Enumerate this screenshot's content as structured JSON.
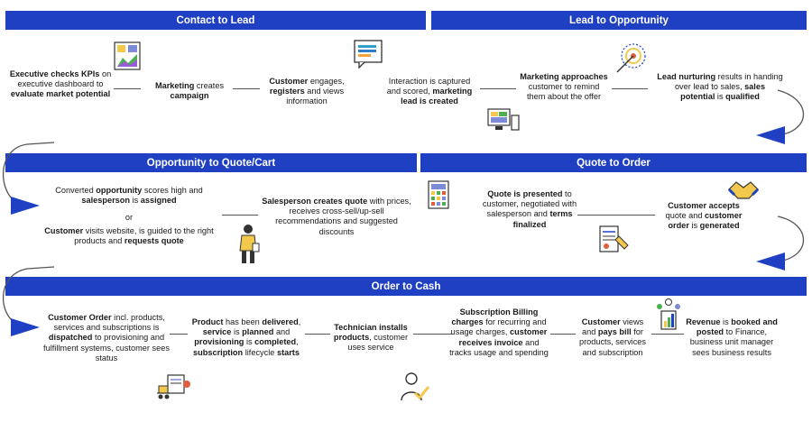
{
  "stages": {
    "contact_to_lead": "Contact to Lead",
    "lead_to_opportunity": "Lead to Opportunity",
    "opportunity_to_quote": "Opportunity to Quote/Cart",
    "quote_to_order": "Quote to Order",
    "order_to_cash": "Order to Cash"
  },
  "row1": {
    "s1": [
      "Executive checks KPIs",
      " on executive dashboard to ",
      "evaluate market potential"
    ],
    "s2": [
      "Marketing",
      " creates ",
      "campaign"
    ],
    "s3": [
      "Customer",
      " engages, ",
      "registers",
      " and views information"
    ],
    "s4": [
      "Interaction is captured and scored, ",
      "marketing lead is created"
    ],
    "s5": [
      "Marketing approaches",
      " customer to remind them about the offer"
    ],
    "s6": [
      "Lead nurturing",
      " results in handing over lead to sales, ",
      "sales potential",
      " is ",
      "qualified"
    ]
  },
  "row2": {
    "s1a": [
      "Converted ",
      "opportunity",
      " scores high and ",
      "salesperson",
      " is ",
      "assigned"
    ],
    "s1or": "or",
    "s1b": [
      "Customer",
      " visits website, is guided to the right products and ",
      "requests quote"
    ],
    "s2": [
      "Salesperson creates quote",
      " with prices, receives cross-sell/up-sell recommendations and suggested discounts"
    ],
    "s3": [
      "Quote is presented",
      " to customer, negotiated with salesperson and ",
      "terms finalized"
    ],
    "s4": [
      "Customer accepts",
      " quote and ",
      "customer order",
      " is ",
      "generated"
    ]
  },
  "row3": {
    "s1": [
      "Customer Order",
      " incl. products, services and subscriptions is ",
      "dispatched",
      " to provisioning and fulfillment systems, customer sees status"
    ],
    "s2": [
      "Product",
      " has been ",
      "delivered",
      ", ",
      "service",
      " is ",
      "planned",
      " and ",
      "provisioning",
      " is ",
      "completed",
      ", ",
      "subscription",
      " lifecycle ",
      "starts"
    ],
    "s3": [
      "Technician installs products",
      ", customer uses service"
    ],
    "s4": [
      "Subscription Billing charges",
      " for recurring and usage charges, ",
      "customer receives invoice",
      " and tracks usage and spending"
    ],
    "s5": [
      "Customer",
      " views and ",
      "pays bill",
      " for products, services and subscription"
    ],
    "s6": [
      "Revenue",
      " is ",
      "booked and posted",
      " to Finance, business unit manager sees business results"
    ]
  },
  "colors": {
    "band": "#2040c4",
    "arrow": "#2040c4"
  }
}
